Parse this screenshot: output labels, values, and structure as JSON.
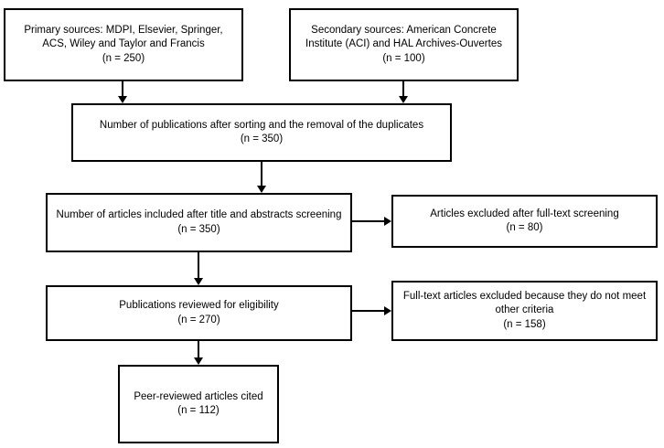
{
  "diagram": {
    "type": "flowchart",
    "background_color": "#ffffff",
    "border_color": "#000000",
    "text_color": "#000000",
    "nodes": {
      "primary_sources": {
        "label": "Primary sources: MDPI, Elsevier, Springer, ACS, Wiley and Taylor and Francis",
        "count": "(n = 250)"
      },
      "secondary_sources": {
        "label": "Secondary sources: American Concrete Institute (ACI) and HAL Archives-Ouvertes",
        "count": "(n = 100)"
      },
      "deduplicated": {
        "label": "Number of publications after sorting and the removal of the duplicates",
        "count": "(n = 350)"
      },
      "title_abstract_screening": {
        "label": "Number of articles included after title and abstracts screening",
        "count": "(n = 350)"
      },
      "excluded_full_text": {
        "label": "Articles excluded after full-text screening",
        "count": "(n = 80)"
      },
      "eligibility": {
        "label": "Publications reviewed for eligibility",
        "count": "(n = 270)"
      },
      "excluded_other_criteria": {
        "label": "Full-text articles excluded because they do not meet other criteria",
        "count": "(n = 158)"
      },
      "cited": {
        "label": "Peer-reviewed articles cited",
        "count": "(n = 112)"
      }
    }
  }
}
